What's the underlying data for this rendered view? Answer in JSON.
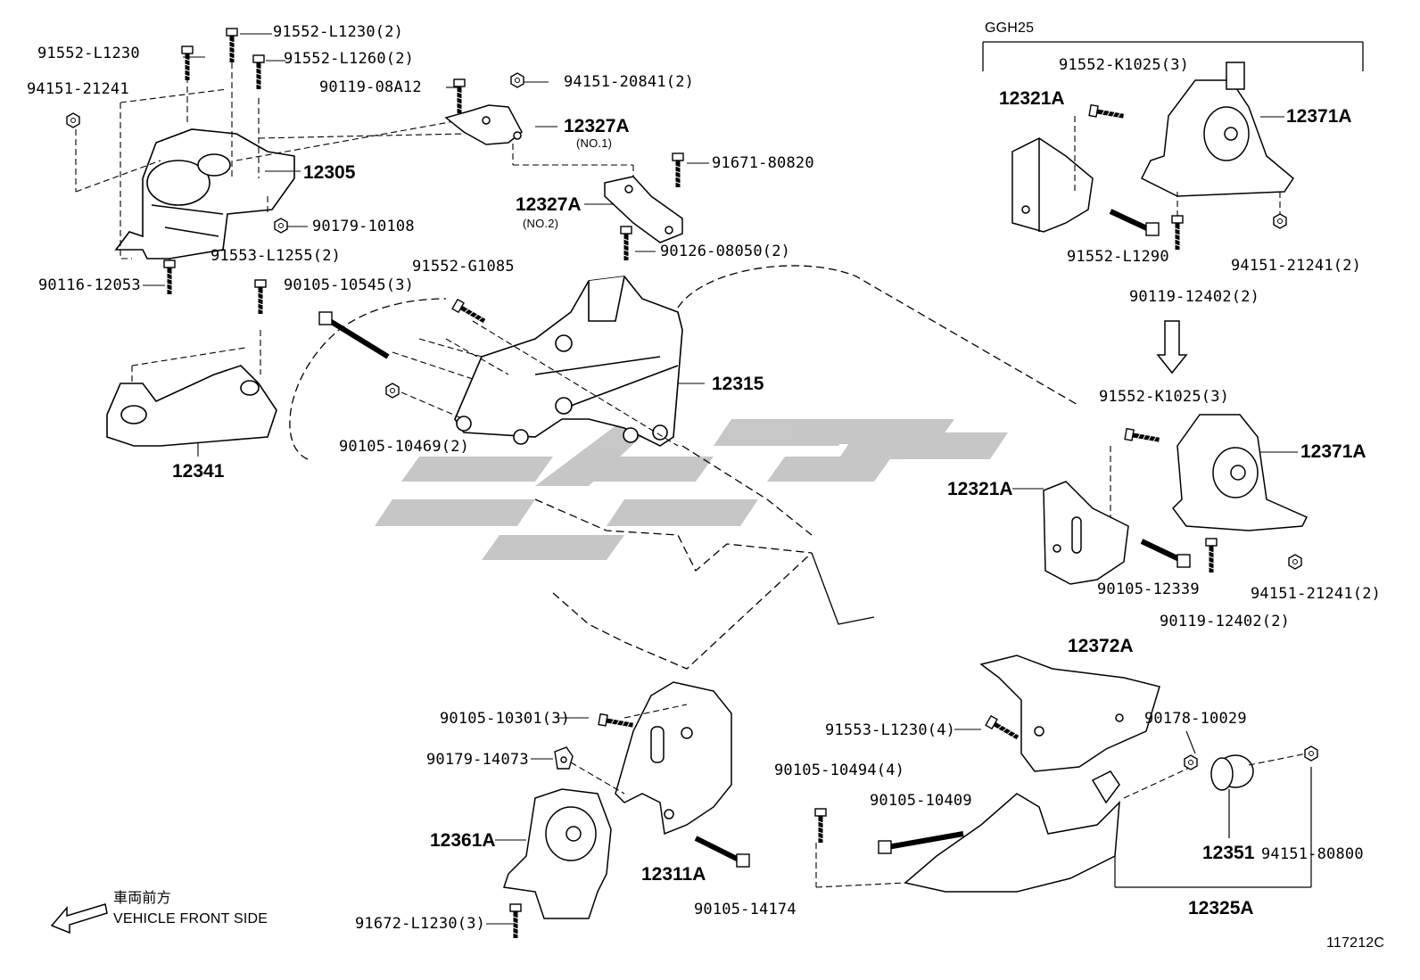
{
  "labels": {
    "p_91552_L1230": "91552-L1230",
    "p_91552_L1230_2": "91552-L1230(2)",
    "p_91552_L1260_2": "91552-L1260(2)",
    "p_94151_21241_a": "94151-21241",
    "p_90119_08A12": "90119-08A12",
    "p_94151_20841_2": "94151-20841(2)",
    "p_12327A_a": "12327A",
    "p_no1": "(NO.1)",
    "p_12305": "12305",
    "p_91671_80820": "91671-80820",
    "p_90179_10108": "90179-10108",
    "p_12327A_b": "12327A",
    "p_no2": "(NO.2)",
    "p_90126_08050_2": "90126-08050(2)",
    "p_91553_L1255_2": "91553-L1255(2)",
    "p_90116_12053": "90116-12053",
    "p_91552_G1085": "91552-G1085",
    "p_90105_10545_3": "90105-10545(3)",
    "p_12315": "12315",
    "p_90105_10469_2": "90105-10469(2)",
    "p_12341": "12341",
    "p_ggh25": "GGH25",
    "p_91552_K1025_3_a": "91552-K1025(3)",
    "p_12321A_a": "12321A",
    "p_12371A_a": "12371A",
    "p_91552_L1290": "91552-L1290",
    "p_94151_21241_2_a": "94151-21241(2)",
    "p_90119_12402_2_a": "90119-12402(2)",
    "p_91552_K1025_3_b": "91552-K1025(3)",
    "p_12321A_b": "12321A",
    "p_12371A_b": "12371A",
    "p_90105_12339": "90105-12339",
    "p_94151_21241_2_b": "94151-21241(2)",
    "p_90119_12402_2_b": "90119-12402(2)",
    "p_12372A": "12372A",
    "p_91553_L1230_4": "91553-L1230(4)",
    "p_90178_10029": "90178-10029",
    "p_90105_10301_3": "90105-10301(3)",
    "p_90179_14073": "90179-14073",
    "p_90105_10494_4": "90105-10494(4)",
    "p_90105_10409": "90105-10409",
    "p_12361A": "12361A",
    "p_12311A": "12311A",
    "p_12351": "12351",
    "p_94151_80800": "94151-80800",
    "p_90105_14174": "90105-14174",
    "p_12325A": "12325A",
    "p_91672_L1230_3": "91672-L1230(3)",
    "front_jp": "車両前方",
    "front_en": "VEHICLE FRONT SIDE",
    "ref": "117212C"
  },
  "colors": {
    "line": "#000000",
    "watermark": "#bdbdbd"
  }
}
